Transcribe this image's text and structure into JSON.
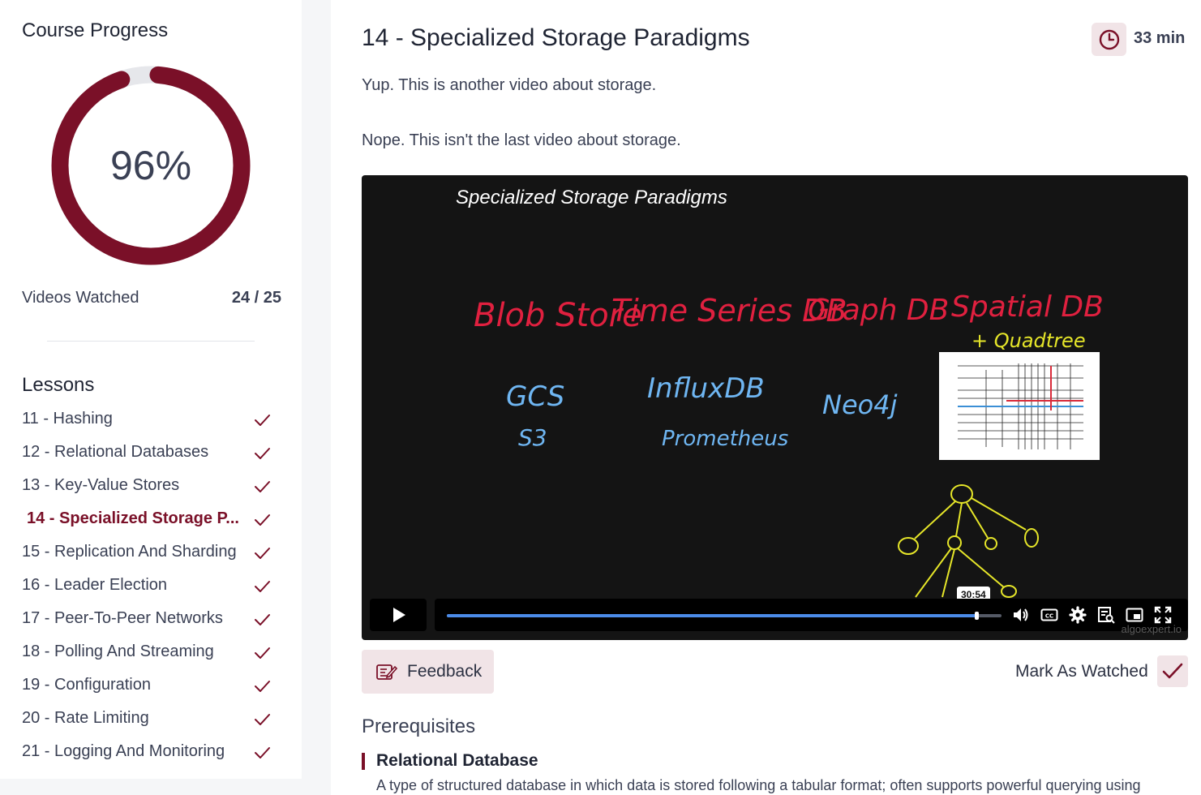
{
  "sidebar": {
    "title": "Course Progress",
    "progress": {
      "percent_label": "96%",
      "fraction": 0.96
    },
    "videos_watched": {
      "label": "Videos Watched",
      "count": "24 / 25"
    },
    "lessons_title": "Lessons",
    "lessons": [
      {
        "label": "11 - Hashing",
        "watched": true,
        "active": false
      },
      {
        "label": "12 - Relational Databases",
        "watched": true,
        "active": false
      },
      {
        "label": "13 - Key-Value Stores",
        "watched": true,
        "active": false
      },
      {
        "label": "14 - Specialized Storage P...",
        "watched": true,
        "active": true
      },
      {
        "label": "15 - Replication And Sharding",
        "watched": true,
        "active": false
      },
      {
        "label": "16 - Leader Election",
        "watched": true,
        "active": false
      },
      {
        "label": "17 - Peer-To-Peer Networks",
        "watched": true,
        "active": false
      },
      {
        "label": "18 - Polling And Streaming",
        "watched": true,
        "active": false
      },
      {
        "label": "19 - Configuration",
        "watched": true,
        "active": false
      },
      {
        "label": "20 - Rate Limiting",
        "watched": true,
        "active": false
      },
      {
        "label": "21 - Logging And Monitoring",
        "watched": true,
        "active": false
      }
    ]
  },
  "main": {
    "title": "14 - Specialized Storage Paradigms",
    "duration": "33 min",
    "duration_icon": "clock-icon",
    "description": [
      "Yup. This is another video about storage.",
      "Nope. This isn't the last video about storage."
    ]
  },
  "video": {
    "title": "Specialized Storage Paradigms",
    "whiteboard": {
      "headings": [
        "Blob Store",
        "Time Series DB",
        "Graph DB",
        "Spatial DB"
      ],
      "sub_heading": "+ Quadtree",
      "examples": [
        "GCS",
        "S3",
        "InfluxDB",
        "Prometheus",
        "Neo4j"
      ]
    },
    "timestamp": "30:54",
    "progress_fraction": 0.955,
    "watermark": "algoexpert.io",
    "controls": [
      "play-icon",
      "volume-icon",
      "captions-icon",
      "settings-icon",
      "transcript-icon",
      "picture-in-picture-icon",
      "fullscreen-icon"
    ]
  },
  "feedback": {
    "label": "Feedback",
    "icon": "edit-note-icon"
  },
  "mark_as_watched": {
    "label": "Mark As Watched",
    "checked": true
  },
  "prerequisites": {
    "title": "Prerequisites",
    "items": [
      {
        "name": "Relational Database",
        "description": "A type of structured database in which data is stored following a tabular format; often supports powerful querying using"
      }
    ]
  },
  "colors": {
    "accent": "#7a1028",
    "accent_soft": "#f1e4e7",
    "ring_track": "#e6e7eb",
    "video_progress": "#4b8be8",
    "marker_red": "#e0203f",
    "marker_blue": "#6fb6f2",
    "marker_yellow": "#e6e629"
  }
}
